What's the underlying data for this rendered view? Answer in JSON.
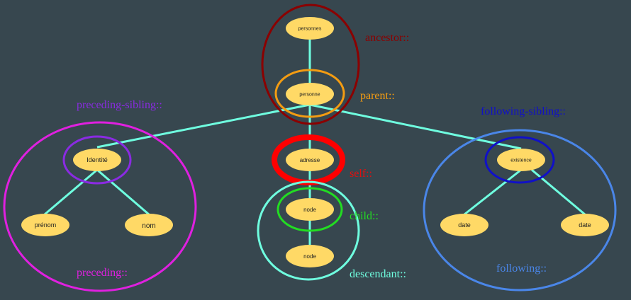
{
  "nodes": {
    "personnes": "personnes",
    "personne": "personne",
    "identite": "Identité",
    "adresse": "adresse",
    "existence": "existence",
    "prenom": "prénom",
    "nom": "nom",
    "node_child": "node",
    "node_desc": "node",
    "date1": "date",
    "date2": "date"
  },
  "axes": {
    "ancestor": "ancestor::",
    "parent": "parent::",
    "preceding_sibling": "preceding-sibling::",
    "following_sibling": "following-sibling::",
    "self": "self::",
    "child": "child::",
    "descendant": "descendant::",
    "preceding": "preceding::",
    "following": "following::"
  },
  "colors": {
    "background": "#37474f",
    "node_fill": "#ffd966",
    "edge": "#6fffe0",
    "ancestor": "#8b0000",
    "parent": "#f39c12",
    "preceding_sibling": "#8a2be2",
    "following_sibling": "#1010c8",
    "self": "#ff0000",
    "child": "#22dd22",
    "descendant": "#6fffe0",
    "preceding": "#e020e0",
    "following": "#4a86e8"
  }
}
